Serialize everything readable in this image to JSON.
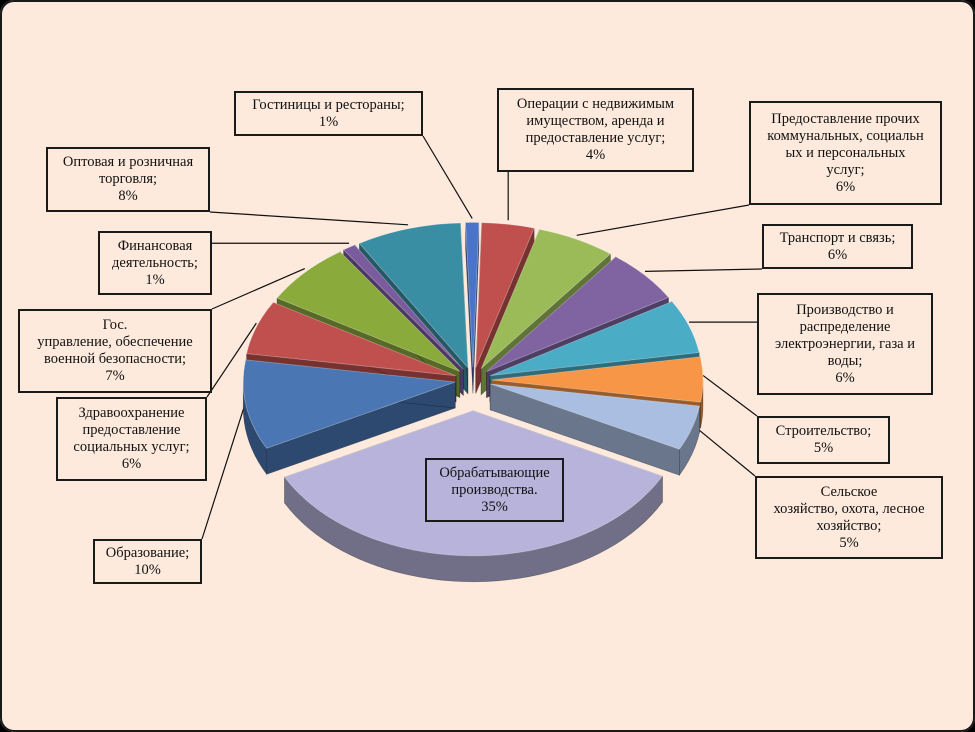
{
  "chart_data": {
    "type": "pie",
    "style": "3d-exploded",
    "title": "",
    "slices": [
      {
        "key": "hotels",
        "label": "Гостиницы и рестораны;",
        "percent_label": "1%",
        "value": 1,
        "color": "#4a74c9"
      },
      {
        "key": "realestate",
        "label": "Операции с недвижимым\nимуществом, аренда и\nпредоставление услуг;",
        "percent_label": "4%",
        "value": 4,
        "color": "#c0504d"
      },
      {
        "key": "utilities",
        "label": "Предоставление прочих\nкоммунальных, социальн\nых и персональных\nуслуг;",
        "percent_label": "6%",
        "value": 6,
        "color": "#9bbb59"
      },
      {
        "key": "transport",
        "label": "Транспорт и связь;",
        "percent_label": "6%",
        "value": 6,
        "color": "#8064a2"
      },
      {
        "key": "energy",
        "label": "Производство и\nраспределение\nэлектроэнергии, газа и\nводы;",
        "percent_label": "6%",
        "value": 6,
        "color": "#4bacc6"
      },
      {
        "key": "construction",
        "label": "Строительство;",
        "percent_label": "5%",
        "value": 5,
        "color": "#f79646"
      },
      {
        "key": "agriculture",
        "label": "Сельское\nхозяйство, охота, лесное\nхозяйство;",
        "percent_label": "5%",
        "value": 5,
        "color": "#a9bee0"
      },
      {
        "key": "manufacturing",
        "label": "Обрабатывающие\nпроизводства.",
        "percent_label": "35%",
        "value": 35,
        "color": "#b7b3da"
      },
      {
        "key": "education",
        "label": "Образование;",
        "percent_label": "10%",
        "value": 10,
        "color": "#4a76b4"
      },
      {
        "key": "health",
        "label": "Здравоохранение\nпредоставление\nсоциальных услуг;",
        "percent_label": "6%",
        "value": 6,
        "color": "#c0504d"
      },
      {
        "key": "government",
        "label": "Гос.\nуправление, обеспечение\nвоенной безопасности;",
        "percent_label": "7%",
        "value": 7,
        "color": "#8aaa3c"
      },
      {
        "key": "finance",
        "label": "Финансовая\nдеятельность;",
        "percent_label": "1%",
        "value": 1,
        "color": "#7a5c9e"
      },
      {
        "key": "trade",
        "label": "Оптовая и розничная\nторговля;",
        "percent_label": "8%",
        "value": 8,
        "color": "#3a8ea3"
      }
    ]
  }
}
